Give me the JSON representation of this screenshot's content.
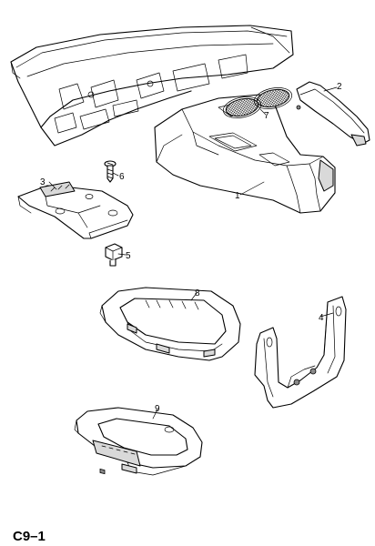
{
  "page_ref": "C9–1",
  "callouts": [
    "1",
    "2",
    "3",
    "4",
    "5",
    "6",
    "7",
    "8",
    "9"
  ]
}
